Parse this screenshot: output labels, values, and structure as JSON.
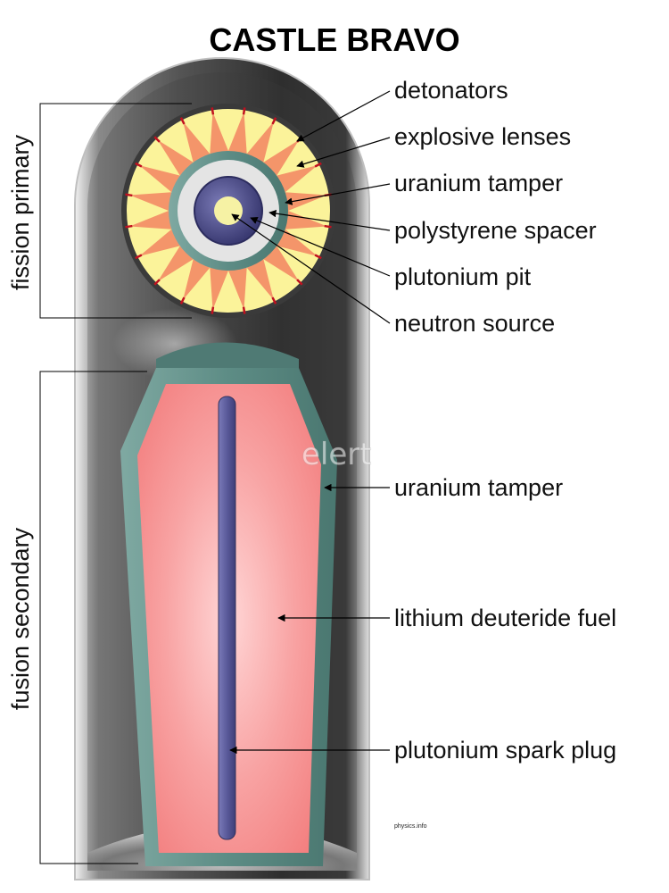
{
  "title": "CASTLE BRAVO",
  "sections": {
    "primary": "fission primary",
    "secondary": "fusion secondary"
  },
  "labels": {
    "detonators": "detonators",
    "explosive_lenses": "explosive lenses",
    "uranium_tamper_primary": "uranium tamper",
    "polystyrene_spacer": "polystyrene spacer",
    "plutonium_pit": "plutonium pit",
    "neutron_source": "neutron source",
    "uranium_tamper_secondary": "uranium tamper",
    "lithium_deuteride_fuel": "lithium deuteride fuel",
    "plutonium_spark_plug": "plutonium spark plug"
  },
  "watermark": "elert",
  "credit": "physics.info",
  "colors": {
    "casing_dark": "#2e2e2e",
    "casing_light": "#d8d8d8",
    "explosive_yellow": "#fbf39a",
    "explosive_orange": "#f4956a",
    "detonator_red": "#c0101f",
    "tamper_teal": "#5f8f88",
    "spacer_white": "#e6e6e6",
    "pit_blue": "#4a4a86",
    "neutron_source_yellow": "#f6f2a4",
    "fuel_pink": "#f58e8e",
    "spark_plug": "#5a5a9a"
  }
}
